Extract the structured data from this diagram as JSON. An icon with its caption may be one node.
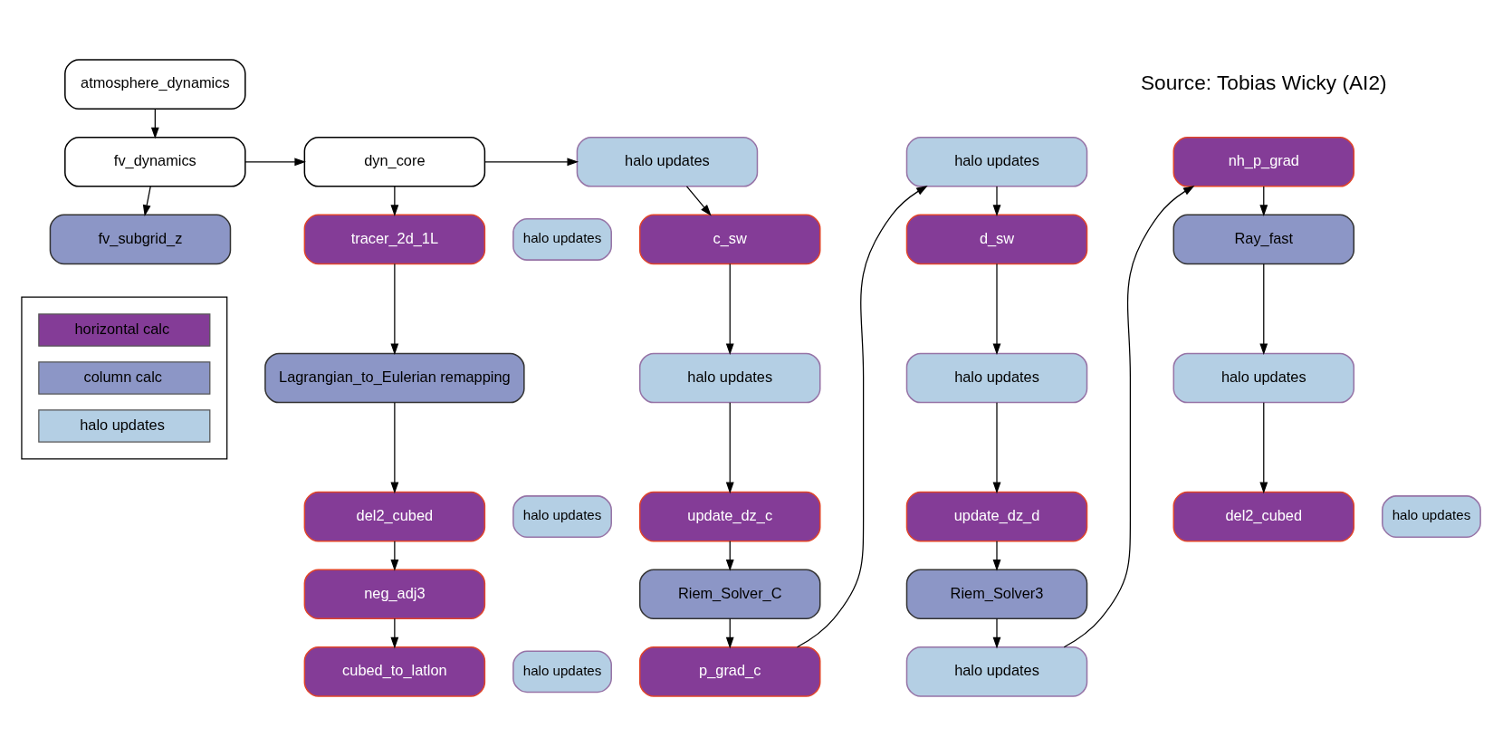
{
  "diagram": {
    "nodes": [
      {
        "text": [
          "atmosphere_dynamics"
        ]
      },
      {
        "text": [
          "fv_dynamics"
        ]
      },
      {
        "text": [
          "fv_subgrid_z"
        ]
      },
      {
        "text": [
          "dyn_core"
        ]
      },
      {
        "text": [
          "tracer_2d_1L"
        ]
      },
      {
        "text": [
          "halo updates"
        ]
      },
      {
        "text": [
          "Lagrangian_to_Eulerian remapping"
        ]
      },
      {
        "text": [
          "del2_cubed"
        ]
      },
      {
        "text": [
          "halo updates"
        ]
      },
      {
        "text": [
          "neg_adj3"
        ]
      },
      {
        "text": [
          "cubed_to_latlon"
        ]
      },
      {
        "text": [
          "halo updates"
        ]
      },
      {
        "text": [
          "halo updates"
        ]
      },
      {
        "text": [
          "c_sw"
        ]
      },
      {
        "text": [
          "halo updates"
        ]
      },
      {
        "text": [
          "update_dz_c"
        ]
      },
      {
        "text": [
          "Riem_Solver_C"
        ]
      },
      {
        "text": [
          "p_grad_c"
        ]
      },
      {
        "text": [
          "halo updates"
        ]
      },
      {
        "text": [
          "d_sw"
        ]
      },
      {
        "text": [
          "halo updates"
        ]
      },
      {
        "text": [
          "update_dz_d"
        ]
      },
      {
        "text": [
          "Riem_Solver3"
        ]
      },
      {
        "text": [
          "halo updates"
        ]
      },
      {
        "text": [
          "nh_p_grad"
        ]
      },
      {
        "text": [
          "Ray_fast"
        ]
      },
      {
        "text": [
          "halo updates"
        ]
      },
      {
        "text": [
          "del2_cubed"
        ]
      },
      {
        "text": [
          "halo updates"
        ]
      }
    ],
    "edges": [
      {
        "from": 0,
        "to": 1,
        "arrow": "to"
      },
      {
        "from": 1,
        "to": 3,
        "arrow": "to"
      },
      {
        "from": 1,
        "to": 2,
        "arrow": "to"
      },
      {
        "from": 3,
        "to": 4,
        "arrow": "to"
      },
      {
        "from": 4,
        "to": 6,
        "arrow": "to"
      },
      {
        "from": 6,
        "to": 7,
        "arrow": "to"
      },
      {
        "from": 7,
        "to": 9,
        "arrow": "to"
      },
      {
        "from": 9,
        "to": 10,
        "arrow": "to"
      },
      {
        "from": 3,
        "to": 12,
        "arrow": "to"
      },
      {
        "from": 12,
        "to": 13,
        "arrow": "to"
      },
      {
        "from": 13,
        "to": 14,
        "arrow": "to"
      },
      {
        "from": 14,
        "to": 15,
        "arrow": "to"
      },
      {
        "from": 15,
        "to": 16,
        "arrow": "to"
      },
      {
        "from": 16,
        "to": 17,
        "arrow": "to"
      },
      {
        "from": 17,
        "to": 18,
        "arrow": "to"
      },
      {
        "from": 18,
        "to": 19,
        "arrow": "to"
      },
      {
        "from": 19,
        "to": 20,
        "arrow": "to"
      },
      {
        "from": 20,
        "to": 21,
        "arrow": "to"
      },
      {
        "from": 21,
        "to": 22,
        "arrow": "to"
      },
      {
        "from": 22,
        "to": 23,
        "arrow": "to"
      },
      {
        "from": 23,
        "to": 24,
        "arrow": "to"
      },
      {
        "from": 24,
        "to": 25,
        "arrow": "to"
      },
      {
        "from": 25,
        "to": 26,
        "arrow": "to"
      },
      {
        "from": 26,
        "to": 27,
        "arrow": "to"
      }
    ],
    "labels": [
      "Source: Tobias Wicky (AI2)"
    ],
    "legend": [
      {
        "text": "horizontal calc",
        "color": "#843c97"
      },
      {
        "text": "column calc",
        "color": "#8c96c6"
      },
      {
        "text": "halo updates",
        "color": "#b4cfe4"
      }
    ]
  }
}
